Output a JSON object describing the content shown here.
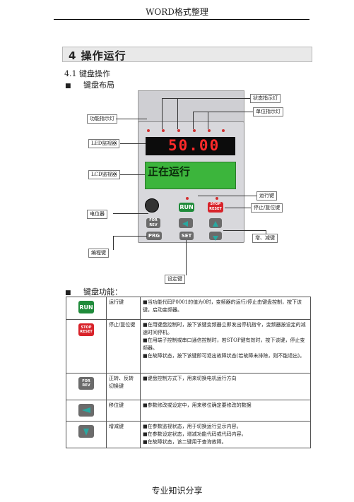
{
  "header": {
    "title": "WORD格式整理"
  },
  "chapter": {
    "title": "4   操作运行"
  },
  "section": {
    "title": "4.1 键盘操作"
  },
  "bullets": {
    "layout": "键盘布局",
    "functions": "键盘功能："
  },
  "panel": {
    "led_display": "50.00",
    "lcd_display": "正在运行",
    "buttons": {
      "run": "RUN",
      "stop_l1": "STOP",
      "stop_l2": "RESET",
      "for_l1": "FOR",
      "for_l2": "REV",
      "prg": "PRG",
      "set": "SET"
    }
  },
  "callouts": {
    "status_lamp": "状态指示灯",
    "unit_lamp": "单位指示灯",
    "func_lamp": "功能指示灯",
    "led_monitor": "LED监视器",
    "lcd_monitor": "LCD监视器",
    "run_key": "运行键",
    "potentiometer": "电位器",
    "stop_reset_key": "停止/复位键",
    "inc_dec_key": "增、减键",
    "program_key": "编程键",
    "set_key": "设定键"
  },
  "table": {
    "rows": [
      {
        "name": "运行键",
        "desc": "■当功能代码P0001的值为0时，变频器的运行/停止由键盘控制，按下该键，启动变频器。"
      },
      {
        "name": "停止/复位键",
        "desc": "■在用键盘控制时，按下该键变频器立即发出停机指令，变频器按设定的减速时间停机。\n■在用端子控制或串口通信控制时，若STOP键有效时，按下该键，停止变频器。\n■在故障状态，按下该键即可退出故障状态(若故障未排除，则不能退出)。"
      },
      {
        "name": "正转、反转切换键",
        "desc": "■键盘控制方式下，用来切换电机运行方向"
      },
      {
        "name": "移位键",
        "desc": "■参数修改或设定中，用来移位确定要修改的数据"
      },
      {
        "name": "增减键",
        "desc": "■在参数监视状态，用于切换运行显示内容。\n■在参数设定状态，增减功能代码或代码内容。\n■在故障状态，该二键用于查询故障。"
      }
    ]
  },
  "footer": {
    "text": "专业知识分享"
  }
}
